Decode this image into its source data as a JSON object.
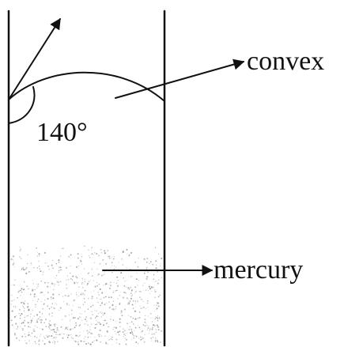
{
  "labels": {
    "angle": "140°",
    "surface": "convex",
    "liquid": "mercury"
  },
  "colors": {
    "ink": "#111111",
    "background": "#ffffff",
    "speckle": "#8a8a8a"
  }
}
